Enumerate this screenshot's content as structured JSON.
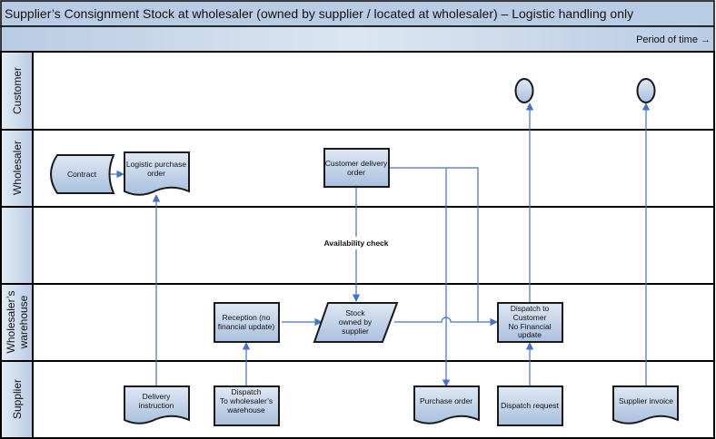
{
  "title": "Supplier’s Consignment Stock at wholesaler (owned by supplier / located at wholesaler) – Logistic handling only",
  "timeline_label": "Period of time →",
  "colors": {
    "header_fill": "#b8cce4",
    "shape_fill": "#b8cce4",
    "connector": "#4472c4",
    "border": "#000000"
  },
  "lanes": [
    {
      "label": "Customer"
    },
    {
      "label": "Wholesaler"
    },
    {
      "label": ""
    },
    {
      "label_lines": [
        "Wholesaler’s",
        "warehouse"
      ]
    },
    {
      "label": "Supplier"
    }
  ],
  "shapes": {
    "contract": {
      "lines": [
        "Contract"
      ],
      "type": "stored-data"
    },
    "logistic_po": {
      "lines": [
        "Logistic purchase",
        "order"
      ],
      "type": "document"
    },
    "customer_delivery_order": {
      "lines": [
        "Customer delivery",
        "order"
      ],
      "type": "process"
    },
    "reception": {
      "lines": [
        "Reception (no",
        "financial update)"
      ],
      "type": "process"
    },
    "stock": {
      "lines": [
        "Stock",
        "owned by",
        "supplier"
      ],
      "type": "data"
    },
    "dispatch_customer": {
      "lines": [
        "Dispatch to",
        "Customer",
        "No Financial",
        "update"
      ],
      "type": "process"
    },
    "delivery_instruction": {
      "lines": [
        "Delivery",
        "instruction"
      ],
      "type": "document"
    },
    "dispatch_wholesaler": {
      "lines": [
        "Dispatch",
        "To wholesaler’s",
        "warehouse"
      ],
      "type": "process"
    },
    "purchase_order": {
      "lines": [
        "Purchase order"
      ],
      "type": "document"
    },
    "dispatch_request": {
      "lines": [
        "Dispatch request"
      ],
      "type": "process"
    },
    "supplier_invoice": {
      "lines": [
        "Supplier invoice"
      ],
      "type": "document"
    }
  },
  "connector_labels": {
    "availability_check": "Availability check"
  }
}
